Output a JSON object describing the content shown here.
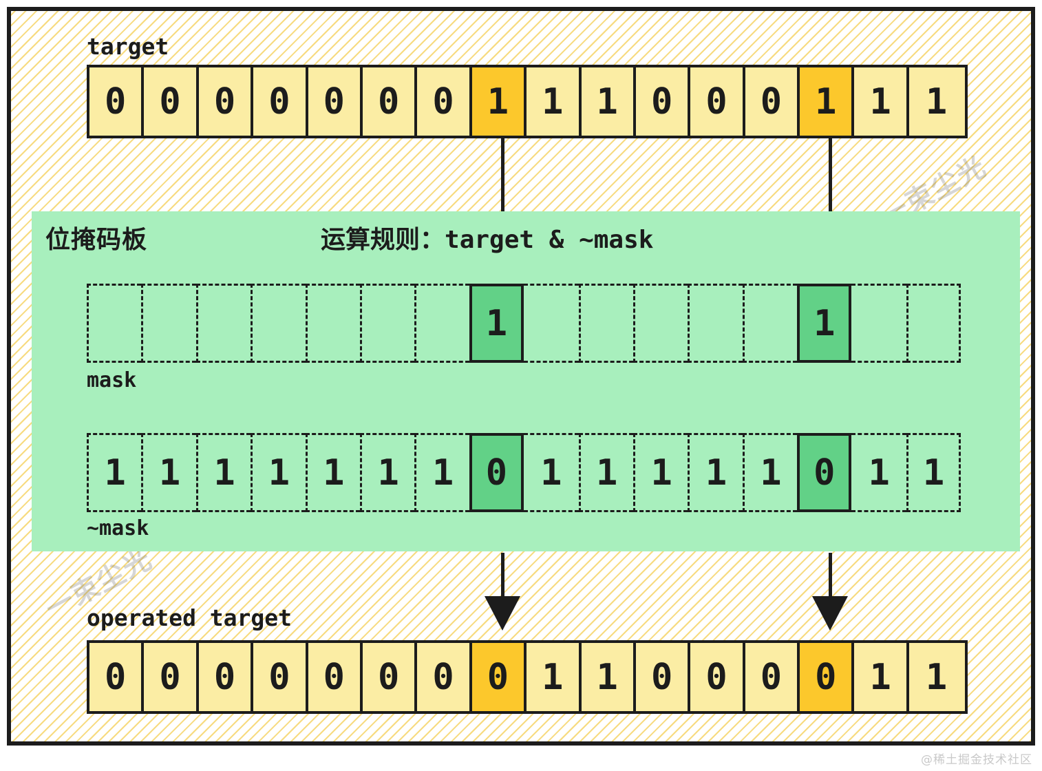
{
  "diagram": {
    "title_watermarks": [
      "一束尘光",
      "一束尘光"
    ],
    "footer_credit": "@稀土掘金技术社区",
    "colors": {
      "frame_border": "#1c1c1c",
      "hatch": "#f3c83c",
      "cell_fill": "#fbeda4",
      "cell_highlight": "#fcc82c",
      "board_fill": "#a8efbd",
      "mask_highlight": "#62d187"
    }
  },
  "target_row": {
    "label": "target",
    "bits": [
      "0",
      "0",
      "0",
      "0",
      "0",
      "0",
      "0",
      "1",
      "1",
      "1",
      "0",
      "0",
      "0",
      "1",
      "1",
      "1"
    ],
    "highlight_indices": [
      7,
      13
    ]
  },
  "mask_board": {
    "title": "位掩码板",
    "rule_prefix": "运算规则：",
    "rule_expression": "target & ~mask",
    "mask_row": {
      "label": "mask",
      "bits": [
        "",
        "",
        "",
        "",
        "",
        "",
        "",
        "1",
        "",
        "",
        "",
        "",
        "",
        "1",
        "",
        ""
      ],
      "highlight_indices": [
        7,
        13
      ]
    },
    "not_mask_row": {
      "label": "~mask",
      "bits": [
        "1",
        "1",
        "1",
        "1",
        "1",
        "1",
        "1",
        "0",
        "1",
        "1",
        "1",
        "1",
        "1",
        "0",
        "1",
        "1"
      ],
      "highlight_indices": [
        7,
        13
      ]
    }
  },
  "result_row": {
    "label": "operated target",
    "bits": [
      "0",
      "0",
      "0",
      "0",
      "0",
      "0",
      "0",
      "0",
      "1",
      "1",
      "0",
      "0",
      "0",
      "0",
      "1",
      "1"
    ],
    "highlight_indices": [
      7,
      13
    ]
  }
}
